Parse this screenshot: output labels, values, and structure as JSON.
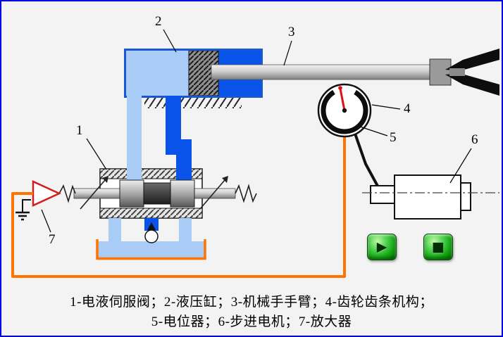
{
  "labels": {
    "n1": "1",
    "n2": "2",
    "n3": "3",
    "n4": "4",
    "n5": "5",
    "n6": "6",
    "n7": "7"
  },
  "caption": {
    "line1": "1-电液伺服阀；2-液压缸；3-机械手手臂；4-齿轮齿条机构；",
    "line2": "5-电位器；6-步进电机；7-放大器"
  },
  "controls": {
    "play_glyph": "▶",
    "stop_glyph": "■"
  },
  "colors": {
    "frame_blue": "#0000e8",
    "pipe_dark_blue": "#0a53e8",
    "pipe_light_blue": "#a8ccf5",
    "wire_orange": "#ff7300",
    "needle_red": "#e01010",
    "amplifier_red": "#cf1f1f",
    "button_green": "#0ea10e",
    "background": "#f3f3f3"
  }
}
